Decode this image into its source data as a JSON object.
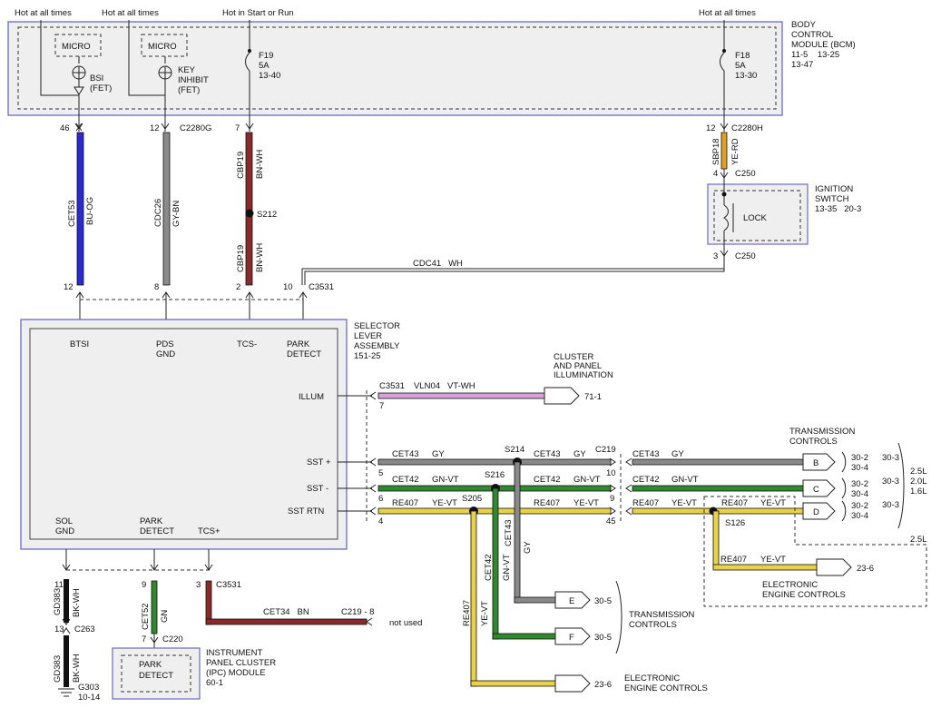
{
  "supply": {
    "bsi": "Hot at all times",
    "key": "Hot at all times",
    "f19": "Hot in Start or Run",
    "f18": "Hot at all times"
  },
  "bcm": {
    "title": [
      "BODY",
      "CONTROL",
      "MODULE (BCM)",
      "11-5    13-25",
      "13-47"
    ],
    "micro": "MICRO",
    "bsi": [
      "BSI",
      "(FET)"
    ],
    "key": [
      "KEY",
      "INHIBIT",
      "(FET)"
    ],
    "f19": [
      "F19",
      "5A",
      "13-40"
    ],
    "f18": [
      "F18",
      "5A",
      "13-30"
    ]
  },
  "pins_top": {
    "p46": "46",
    "p12": "12",
    "conn_g": "C2280G",
    "p7": "7",
    "p12h": "12",
    "conn_h": "C2280H"
  },
  "wires": {
    "cet53": "CET53",
    "bu_og": "BU-OG",
    "cdc26": "CDC26",
    "gy_bn": "GY-BN",
    "cbp19a": "CBP19",
    "bn_wh_a": "BN-WH",
    "cbp19b": "CBP19",
    "bn_wh_b": "BN-WH",
    "sbp18": "SBP18",
    "ye_rd": "YE-RD",
    "s212": "S212",
    "cdc41": "CDC41   WH"
  },
  "ignition": {
    "p4": "4",
    "c250a": "C250",
    "title": [
      "IGNITION",
      "SWITCH",
      "13-35   20-3"
    ],
    "lock": "LOCK",
    "p3": "3",
    "c250b": "C250"
  },
  "c3531_top": {
    "p12": "12",
    "p8": "8",
    "p2": "2",
    "p10": "10",
    "conn": "C3531"
  },
  "selector": {
    "title": [
      "SELECTOR",
      "LEVER",
      "ASSEMBLY",
      "151-25"
    ],
    "btsi": "BTSI",
    "pds": [
      "PDS",
      "GND"
    ],
    "tcs_minus": "TCS-",
    "park": [
      "PARK",
      "DETECT"
    ],
    "illum": "ILLUM",
    "sst_plus": "SST +",
    "sst_minus": "SST -",
    "sst_rtn": "SST RTN",
    "sol_gnd": [
      "SOL",
      "GND"
    ],
    "park2": [
      "PARK",
      "DETECT"
    ],
    "tcs_plus": "TCS+"
  },
  "illum": {
    "conn": "C3531",
    "pin": "7",
    "wire": "VLN04   VT-WH",
    "dest": "71-1",
    "title": [
      "CLUSTER",
      "AND PANEL",
      "ILLUMINATION"
    ]
  },
  "trans": {
    "title": [
      "TRANSMISSION",
      "CONTROLS"
    ],
    "cet43": "CET43",
    "gy": "GY",
    "cet42": "CET42",
    "gn_vt": "GN-VT",
    "re407": "RE407",
    "ye_vt": "YE-VT",
    "s214": "S214",
    "s216": "S216",
    "s205": "S205",
    "s126": "S126",
    "c219": "C219",
    "p5": "5",
    "p6": "6",
    "p4": "4",
    "p10": "10",
    "p9": "9",
    "p45": "45",
    "b": "B",
    "c": "C",
    "d": "D",
    "b_ref": [
      "30-2",
      "30-4"
    ],
    "c_ref": [
      "30-2",
      "30-4"
    ],
    "d_ref": [
      "30-2",
      "30-4"
    ],
    "b_ref2": "30-3",
    "c_ref2": "30-3",
    "d_ref2": "30-3",
    "eng": [
      "2.5L",
      "2.0L",
      "1.6L"
    ],
    "eng25": "2.5L"
  },
  "eec": {
    "re407": "RE407",
    "ye_vt": "YE-VT",
    "dest": "23-6",
    "title": [
      "ELECTRONIC",
      "ENGINE CONTROLS"
    ]
  },
  "bottom": {
    "cet43": "CET43",
    "gy": "GY",
    "cet42": "CET42",
    "gn_vt": "GN-VT",
    "re407": "RE407",
    "ye_vt": "YE-VT",
    "e": "E",
    "f": "F",
    "e_ref": "30-5",
    "f_ref": "30-5",
    "trans_title": [
      "TRANSMISSION",
      "CONTROLS"
    ],
    "eec_ref": "23-6",
    "eec_title": [
      "ELECTRONIC",
      "ENGINE CONTROLS"
    ]
  },
  "lower": {
    "p11": "11",
    "p9": "9",
    "p3": "3",
    "c3531": "C3531",
    "gd383a": "GD383",
    "bk_wh_a": "BK-WH",
    "p13": "13",
    "c263": "C263",
    "gd383b": "GD383",
    "bk_wh_b": "BK-WH",
    "g303": "G303",
    "g303ref": "10-14",
    "cet52": "CET52",
    "gn": "GN",
    "p7": "7",
    "c220": "C220",
    "cet34": "CET34   BN",
    "c219_8": "C219 - 8",
    "not_used": "not used",
    "ipc_park": [
      "PARK",
      "DETECT"
    ],
    "ipc_title": [
      "INSTRUMENT",
      "PANEL CLUSTER",
      "(IPC) MODULE",
      "60-1"
    ]
  },
  "colors": {
    "blue": "#2a2ad0",
    "gray": "#8a8a8a",
    "brown": "#8b2a2a",
    "orange": "#e0a020",
    "violet": "#d7a3d7",
    "green": "#2f8a2f",
    "yellow": "#e8d24a",
    "black": "#111111",
    "panel": "#efefef",
    "frame": "#6a6acb"
  }
}
